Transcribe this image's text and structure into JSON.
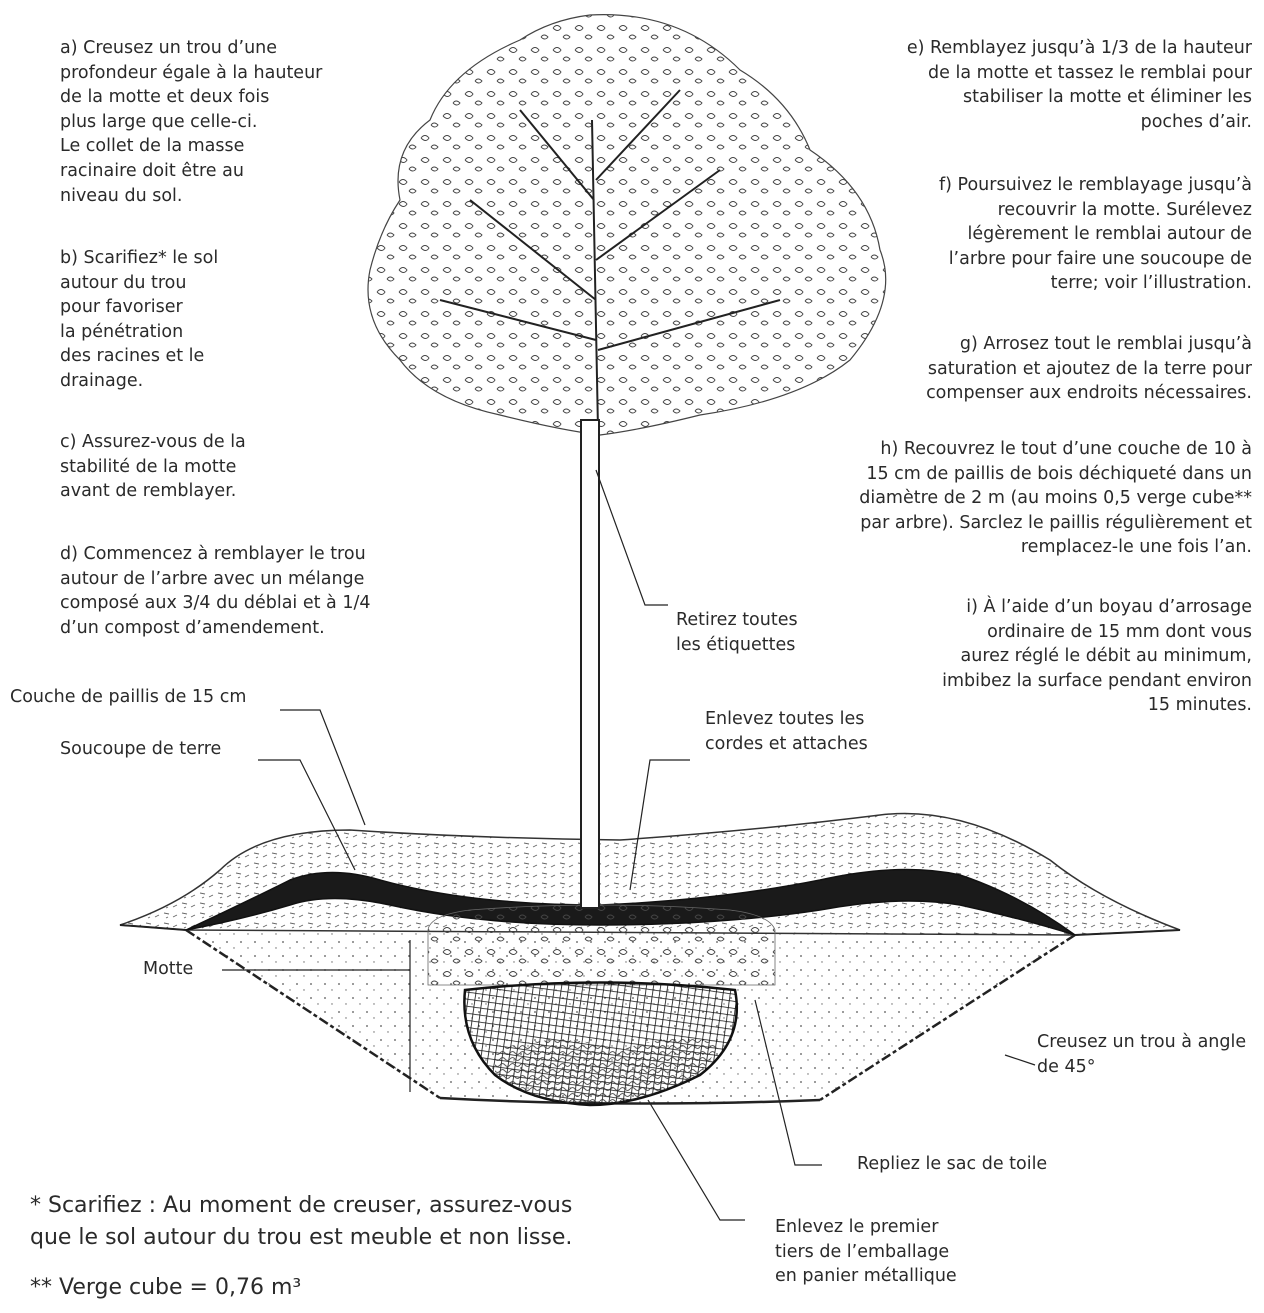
{
  "steps_left": {
    "a": "a) Creusez un trou d’une\n    profondeur égale à la hauteur\n    de la motte et deux fois\n    plus large que celle-ci.\n    Le collet de la masse\n    racinaire doit être au\n    niveau du sol.",
    "b": "b) Scarifiez* le sol\n    autour du trou\n    pour favoriser\n    la pénétration\n    des racines et le\n    drainage.",
    "c": "c) Assurez-vous de la\n    stabilité de la motte\n    avant de remblayer.",
    "d": "d) Commencez à remblayer le trou\n    autour de l’arbre avec un mélange\n    composé aux 3/4 du déblai et à 1/4\n    d’un compost d’amendement."
  },
  "steps_right": {
    "e": "e) Remblayez jusqu’à 1/3 de la hauteur\nde la motte et tassez le remblai pour\nstabiliser la motte et éliminer les\npoches d’air.",
    "f": "f) Poursuivez le remblayage jusqu’à\nrecouvrir la motte. Surélevez\nlégèrement le remblai autour de\nl’arbre pour faire une soucoupe de\nterre; voir l’illustration.",
    "g": "g) Arrosez tout le remblai jusqu’à\nsaturation et ajoutez de la terre pour\ncompenser aux endroits nécessaires.",
    "h": "h) Recouvrez le tout d’une couche de 10 à\n15 cm de paillis de bois déchiqueté dans un\ndiamètre de 2 m (au moins 0,5 verge cube**\npar arbre). Sarclez le paillis régulièrement et\nremplacez-le une fois l’an.",
    "i": "i) À l’aide d’un boyau d’arrosage\nordinaire de 15 mm dont vous\naurez réglé le débit au minimum,\nimbibez la surface pendant environ\n15 minutes."
  },
  "labels": {
    "etiquettes": "Retirez toutes\nles étiquettes",
    "paillis": "Couche de paillis de 15 cm",
    "soucoupe": "Soucoupe de terre",
    "cordes": "Enlevez toutes les\ncordes et attaches",
    "motte": "Motte",
    "angle": "Creusez un trou à angle\nde 45°",
    "sac": "Repliez le sac de toile",
    "panier": "Enlevez le premier\ntiers de l’emballage\nen panier métallique"
  },
  "footnotes": {
    "scarifiez": "* Scarifiez : Au moment de creuser, assurez-vous\n   que le sol autour du trou est meuble et non lisse.",
    "verge": "** Verge cube = 0,76 m³"
  }
}
